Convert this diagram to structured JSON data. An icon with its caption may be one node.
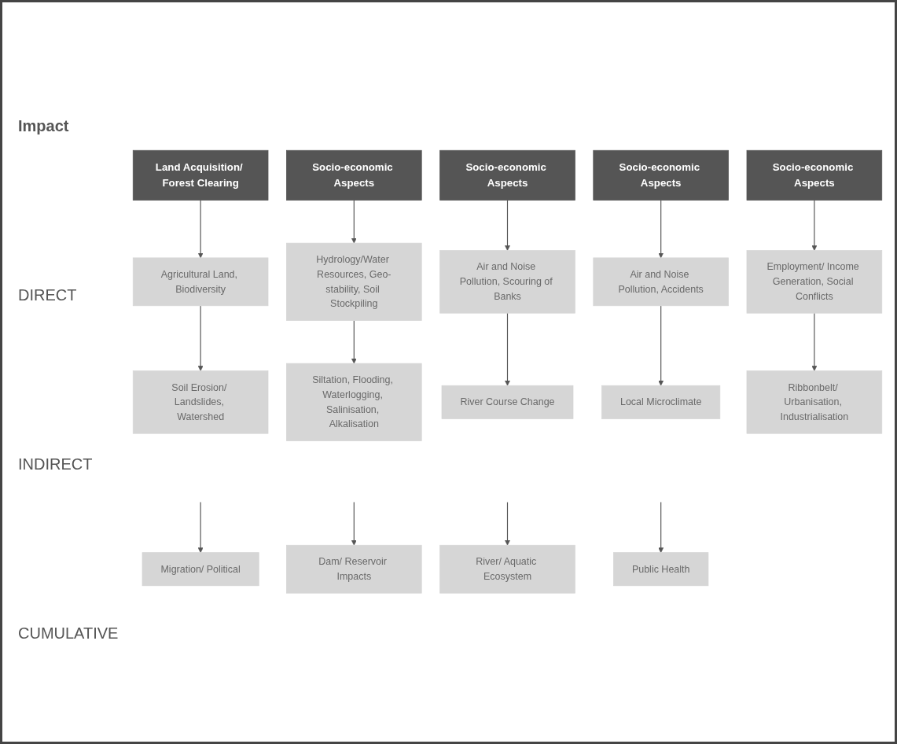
{
  "diagram": {
    "nodes": [
      {
        "text": [
          "Land Acquisition/ Forest Clearing"
        ]
      },
      {
        "text": [
          "Socio-economic Aspects"
        ]
      },
      {
        "text": [
          "Socio-economic Aspects"
        ]
      },
      {
        "text": [
          "Socio-economic Aspects"
        ]
      },
      {
        "text": [
          "Socio-economic Aspects"
        ]
      },
      {
        "text": [
          "Agricultural Land, Biodiversity"
        ]
      },
      {
        "text": [
          "Hydrology/Water Resources, Geo-stability, Soil Stockpiling"
        ]
      },
      {
        "text": [
          "Air and Noise Pollution, Scouring of Banks"
        ]
      },
      {
        "text": [
          "Air and Noise Pollution, Accidents"
        ]
      },
      {
        "text": [
          "Employment/ Income Generation, Social Conflicts"
        ]
      },
      {
        "text": [
          "Soil Erosion/ Landslides, Watershed"
        ]
      },
      {
        "text": [
          "Siltation, Flooding, Waterlogging, Salinisation, Alkalisation"
        ]
      },
      {
        "text": [
          "River Course Change"
        ]
      },
      {
        "text": [
          "Local Microclimate"
        ]
      },
      {
        "text": [
          "Ribbonbelt/ Urbanisation, Industrialisation"
        ]
      },
      {
        "text": [
          "Migration/ Political"
        ]
      },
      {
        "text": [
          "Dam/ Reservoir Impacts"
        ]
      },
      {
        "text": [
          "River/ Aquatic Ecosystem"
        ]
      },
      {
        "text": [
          "Public Health"
        ]
      }
    ],
    "edges": [
      {
        "from": 0,
        "to": 5,
        "arrow": "to"
      },
      {
        "from": 1,
        "to": 6,
        "arrow": "to"
      },
      {
        "from": 2,
        "to": 7,
        "arrow": "to"
      },
      {
        "from": 3,
        "to": 8,
        "arrow": "to"
      },
      {
        "from": 4,
        "to": 9,
        "arrow": "to"
      },
      {
        "from": 5,
        "to": 10,
        "arrow": "to"
      },
      {
        "from": 6,
        "to": 11,
        "arrow": "to"
      },
      {
        "from": 7,
        "to": 12,
        "arrow": "to"
      },
      {
        "from": 8,
        "to": 13,
        "arrow": "to"
      },
      {
        "from": 9,
        "to": 14,
        "arrow": "to"
      },
      {
        "from": null,
        "to": 15,
        "arrow": "to"
      },
      {
        "from": null,
        "to": 16,
        "arrow": "to"
      },
      {
        "from": null,
        "to": 17,
        "arrow": "to"
      },
      {
        "from": null,
        "to": 18,
        "arrow": "to"
      }
    ],
    "labels": [
      "Impact",
      "DIRECT",
      "INDIRECT",
      "CUMULATIVE"
    ]
  }
}
